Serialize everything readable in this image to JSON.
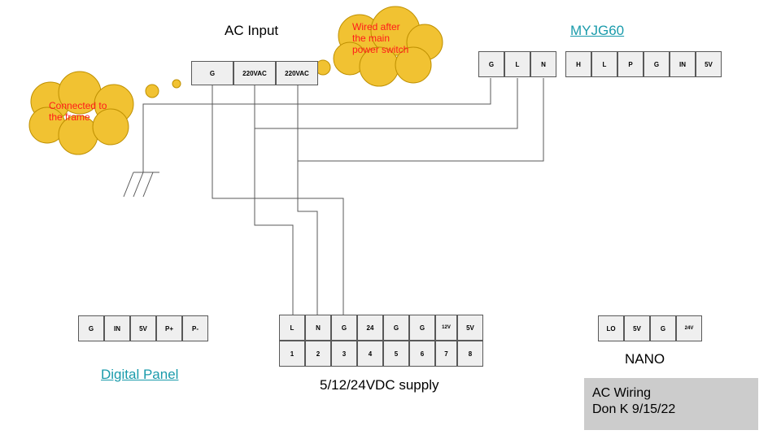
{
  "title": "AC Input",
  "ac_input": {
    "terminals": [
      "G",
      "220VAC",
      "220VAC"
    ]
  },
  "myjg60": {
    "label": "MYJG60",
    "power_terminals": [
      "G",
      "L",
      "N"
    ],
    "signal_terminals": [
      "H",
      "L",
      "P",
      "G",
      "IN",
      "5V"
    ]
  },
  "digital_panel": {
    "label": "Digital Panel",
    "terminals": [
      "G",
      "IN",
      "5V",
      "P+",
      "P-"
    ]
  },
  "supply": {
    "label": "5/12/24VDC supply",
    "terminals": [
      "L",
      "N",
      "G",
      "24",
      "G",
      "G",
      "12V",
      "5V"
    ],
    "numbers": [
      "1",
      "2",
      "3",
      "4",
      "5",
      "6",
      "7",
      "8"
    ]
  },
  "nano": {
    "label": "NANO",
    "terminals": [
      "LO",
      "5V",
      "G",
      "24V"
    ]
  },
  "callouts": {
    "switch_note": "Wired after the main power switch",
    "frame_note": "Connected to the frame"
  },
  "note_box": {
    "line1": "AC Wiring",
    "line2": "Don K 9/15/22"
  },
  "colors": {
    "bubble_fill": "#f1c232",
    "bubble_stroke": "#bf9000",
    "bubble_text": "#ff1a1a",
    "wire": "#595959",
    "link": "#1a9bab",
    "terminal_fill": "#efefef",
    "note_fill": "#cccccc"
  }
}
